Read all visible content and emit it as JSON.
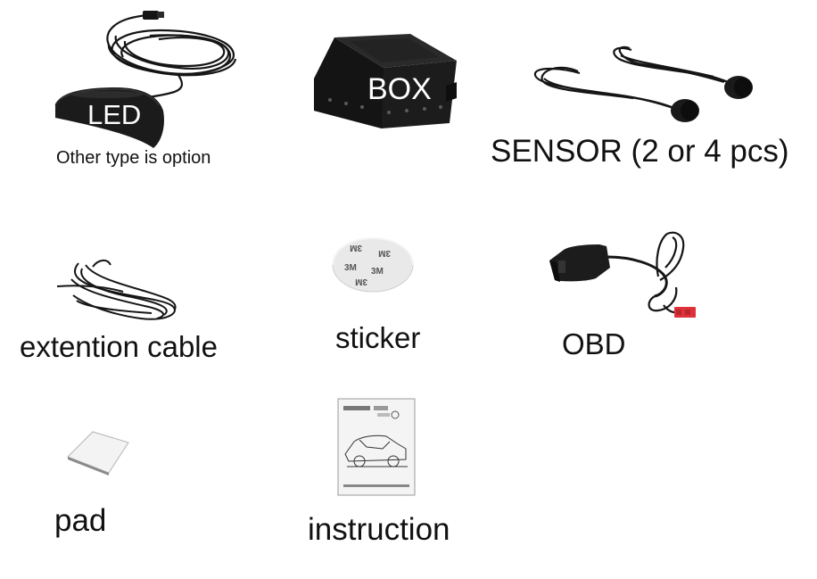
{
  "items": {
    "led": {
      "label": "LED",
      "note": "Other type is option"
    },
    "box": {
      "label": "BOX"
    },
    "sensor": {
      "label": "SENSOR (2 or 4 pcs)"
    },
    "extension_cable": {
      "label": "extention cable"
    },
    "sticker": {
      "label": "sticker",
      "print": "3M"
    },
    "obd": {
      "label": "OBD"
    },
    "pad": {
      "label": "pad"
    },
    "instruction": {
      "label": "instruction"
    }
  },
  "colors": {
    "background": "#ffffff",
    "product_black": "#1a1a1a",
    "text": "#111111",
    "connector_red": "#e0303a"
  }
}
